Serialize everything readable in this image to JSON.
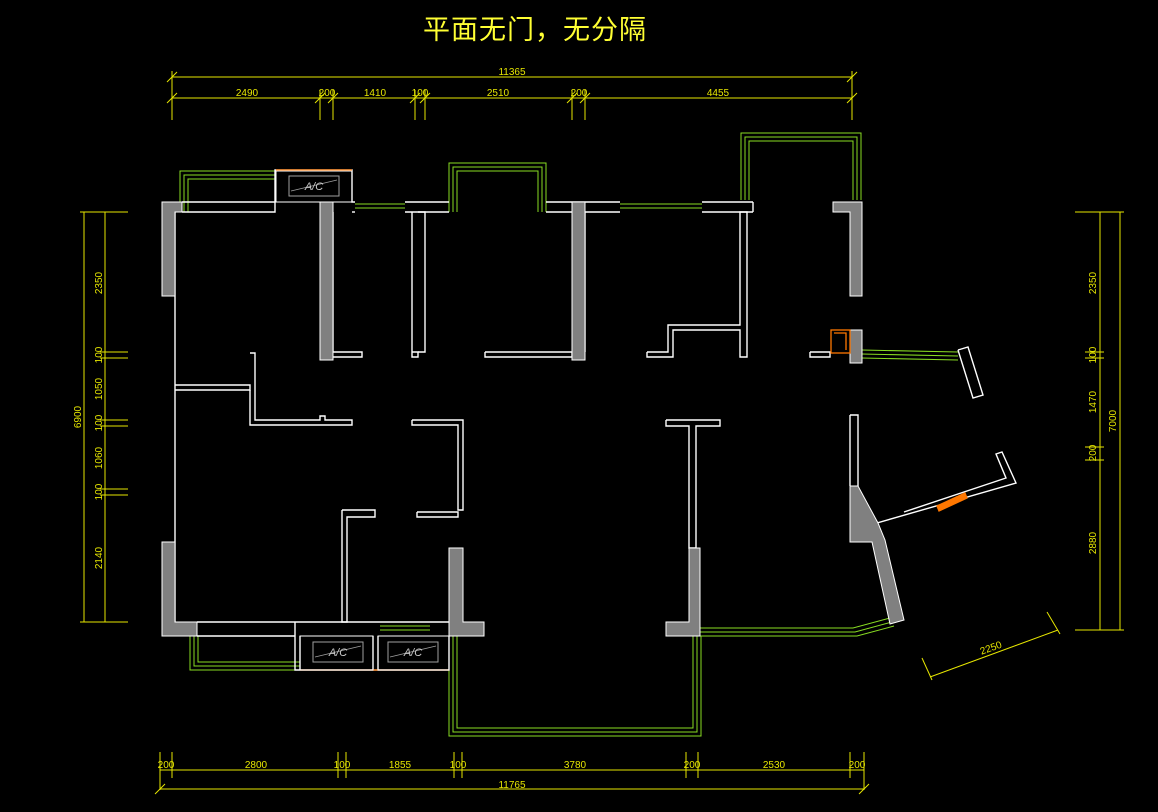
{
  "title": "平面无门，无分隔",
  "colors": {
    "background": "#000000",
    "wall": "#ffffff",
    "column": "#808080",
    "dimension": "#e6e600",
    "balcony": "#88dd22",
    "title": "#ffff33",
    "accent": "#ff8800"
  },
  "ac_label": "A/C",
  "dimensions": {
    "top_total": "11365",
    "top": [
      "2490",
      "200",
      "1410",
      "100",
      "2510",
      "200",
      "4455"
    ],
    "bottom_total": "11765",
    "bottom": [
      "200",
      "2800",
      "100",
      "1855",
      "100",
      "3780",
      "200",
      "2530",
      "200"
    ],
    "left_total": "6900",
    "left": [
      "2350",
      "100",
      "1050",
      "100",
      "1060",
      "100",
      "2140"
    ],
    "right_total": "7000",
    "right": [
      "2350",
      "100",
      "1470",
      "200",
      "2880"
    ],
    "slant": "2250"
  }
}
